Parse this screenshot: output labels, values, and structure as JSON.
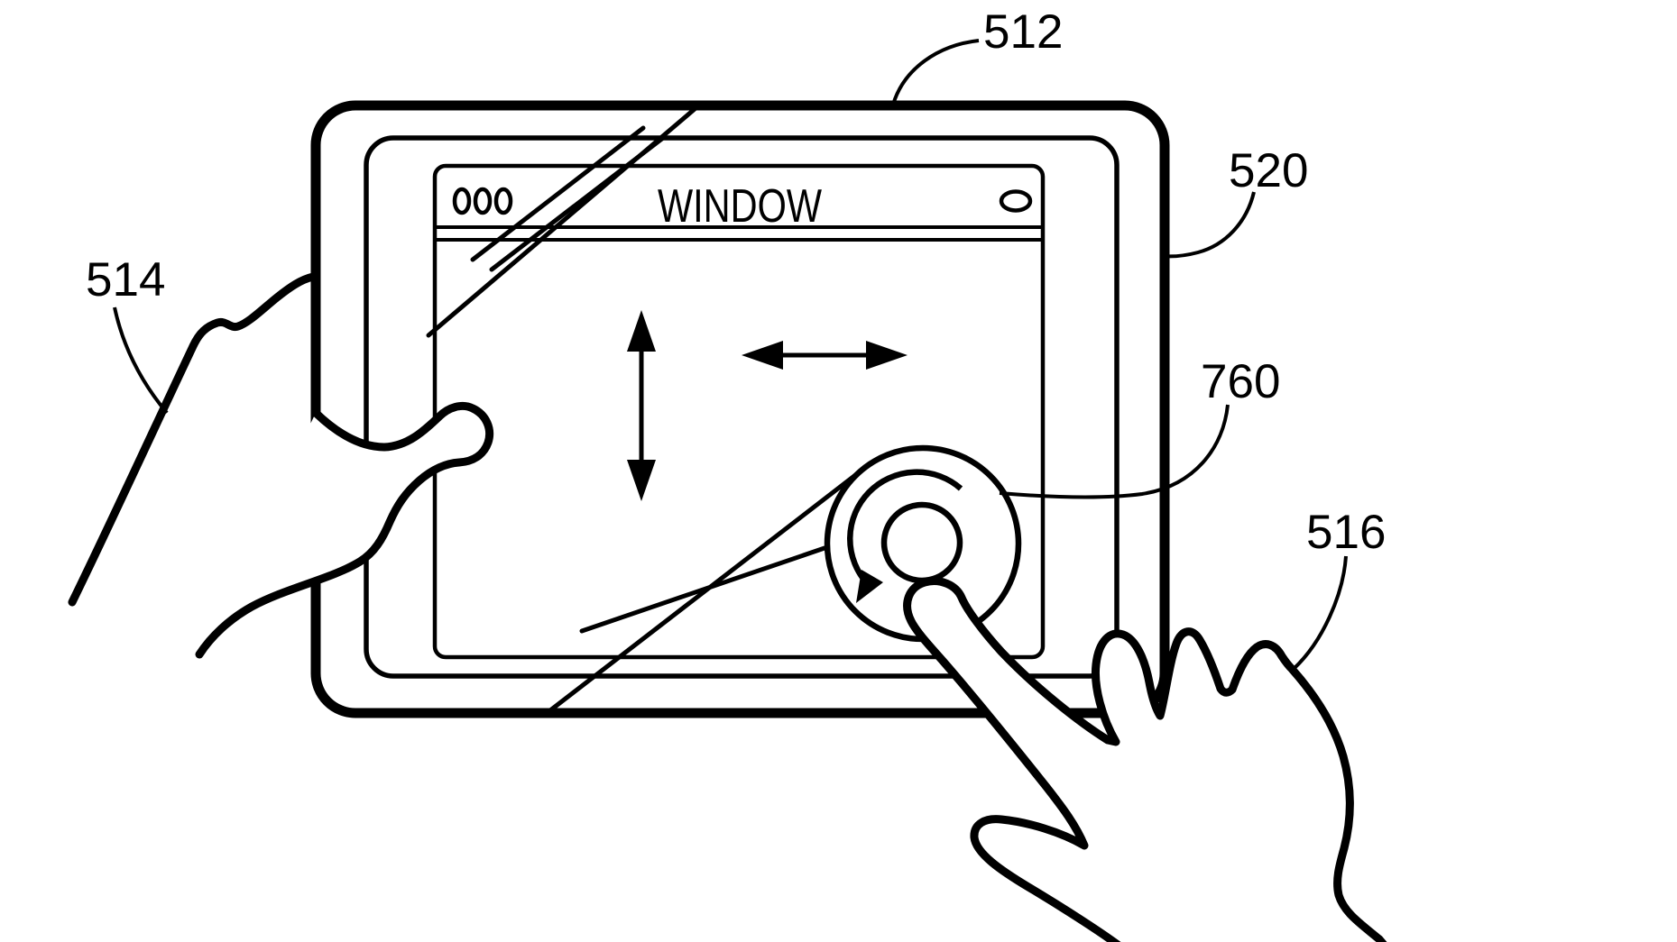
{
  "figure": {
    "type": "patent-line-drawing",
    "background_color": "#ffffff",
    "ink_color": "#000000",
    "window": {
      "title": "WINDOW"
    },
    "labels": {
      "device": "512",
      "left_hand": "514",
      "right_hand": "516",
      "display": "520",
      "virtual_wheel": "760"
    }
  }
}
